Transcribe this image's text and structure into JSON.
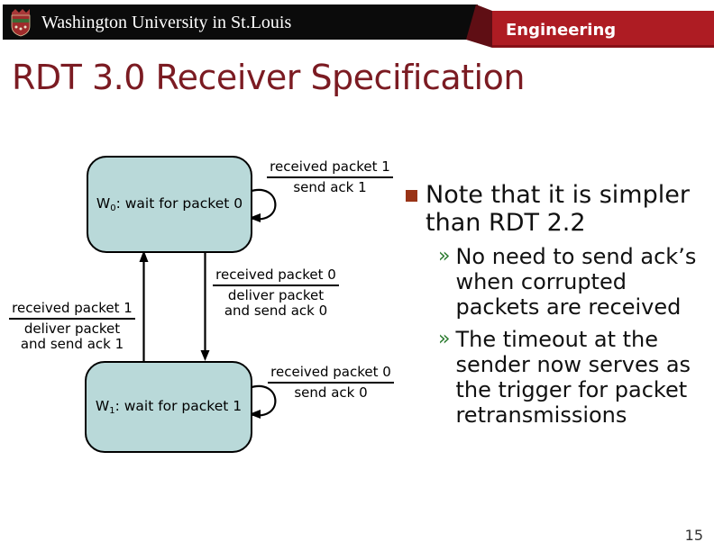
{
  "header": {
    "logo_text": "Washington University in St.Louis",
    "division_label": "Engineering"
  },
  "slide": {
    "title": "RDT 3.0 Receiver Specification",
    "page_number": "15"
  },
  "diagram": {
    "states": [
      {
        "prefix": "W",
        "sub": "0",
        "rest": ": wait for packet 0"
      },
      {
        "prefix": "W",
        "sub": "1",
        "rest": ": wait for packet 1"
      }
    ],
    "transitions": [
      {
        "name": "w0-self-loop",
        "condition": "received packet 1",
        "actions": [
          "send ack 1"
        ]
      },
      {
        "name": "w0-to-w1",
        "condition": "received packet 0",
        "actions": [
          "deliver packet",
          "and send ack 0"
        ]
      },
      {
        "name": "w1-to-w0",
        "condition": "received packet 1",
        "actions": [
          "deliver packet",
          "and send ack 1"
        ]
      },
      {
        "name": "w1-self-loop",
        "condition": "received packet 0",
        "actions": [
          "send ack 0"
        ]
      }
    ]
  },
  "notes": {
    "sub_marker": "»",
    "heading_lines": [
      "Note that it is simpler",
      "than RDT 2.2"
    ],
    "items": [
      {
        "lines": [
          "No need to send ack’s",
          "when corrupted",
          "packets are received"
        ]
      },
      {
        "lines": [
          "The timeout at the",
          "sender now serves as",
          "the trigger for packet",
          "retransmissions"
        ]
      }
    ]
  },
  "colors": {
    "title_maroon": "#7b1b22",
    "band_red": "#ae1c23",
    "fold_dark_red": "#5f0e14",
    "header_black": "#0b0b0b",
    "state_fill": "#b9d9d9",
    "bullet_rust": "#993316",
    "marker_green": "#2e7d32"
  }
}
